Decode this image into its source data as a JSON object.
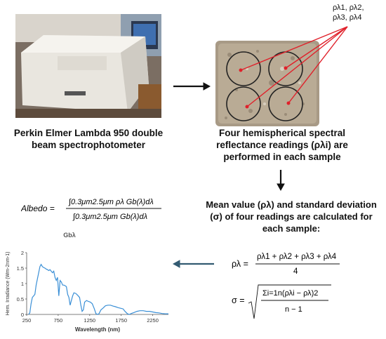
{
  "captions": {
    "spectrophotometer": "Perkin Elmer Lambda 950 double beam spectrophotometer",
    "readings": "Four hemispherical spectral reflectance readings (ρλi) are performed in each sample",
    "mean": "Mean value (ρλ) and standard deviation (σ) of four readings are calculated for each sample:"
  },
  "rho_labels": {
    "line1": "ρλ1, ρλ2,",
    "line2": "ρλ3, ρλ4"
  },
  "albedo_formula": {
    "lhs": "Albedo =",
    "numerator": "∫0.3μm2.5μm ρλ Gb(λ)dλ",
    "denominator": "∫0.3μm2.5μm Gb(λ)dλ"
  },
  "mean_formula": {
    "lhs": "ρλ =",
    "numerator": "ρλ1 + ρλ2 + ρλ3 + ρλ4",
    "denominator": "4"
  },
  "std_formula": {
    "lhs": "σ =",
    "numerator": "Σi=1n(ρλi − ρλ)2",
    "denominator": "n − 1"
  },
  "chart_data": {
    "type": "line",
    "title": "Gbλ",
    "xlabel": "Wavelength (nm)",
    "ylabel": "Hem. Irradiance (Wm-2nm-1)",
    "xlim": [
      250,
      2500
    ],
    "ylim": [
      0,
      2
    ],
    "x_ticks": [
      250,
      750,
      1250,
      1750,
      2250
    ],
    "y_ticks": [
      0,
      0.5,
      1,
      1.5,
      2
    ],
    "series": [
      {
        "color": "#3a8fd6",
        "x": [
          280,
          300,
          320,
          340,
          360,
          380,
          400,
          420,
          440,
          460,
          480,
          500,
          520,
          540,
          560,
          580,
          600,
          620,
          640,
          660,
          680,
          700,
          720,
          740,
          760,
          780,
          800,
          820,
          840,
          860,
          880,
          900,
          920,
          940,
          960,
          980,
          1000,
          1030,
          1060,
          1090,
          1110,
          1130,
          1150,
          1170,
          1200,
          1230,
          1260,
          1290,
          1320,
          1350,
          1380,
          1400,
          1430,
          1460,
          1500,
          1540,
          1580,
          1620,
          1660,
          1700,
          1740,
          1780,
          1810,
          1850,
          1880,
          1910,
          1950,
          2000,
          2050,
          2100,
          2150,
          2200,
          2250,
          2300,
          2350,
          2400,
          2450,
          2500
        ],
        "values": [
          0.0,
          0.05,
          0.35,
          0.55,
          0.6,
          0.65,
          0.95,
          1.15,
          1.35,
          1.55,
          1.62,
          1.55,
          1.52,
          1.5,
          1.47,
          1.45,
          1.42,
          1.45,
          1.4,
          1.35,
          1.4,
          1.2,
          1.1,
          1.2,
          0.6,
          1.1,
          1.05,
          0.95,
          0.95,
          0.93,
          0.9,
          0.65,
          0.55,
          0.3,
          0.45,
          0.6,
          0.7,
          0.68,
          0.62,
          0.55,
          0.3,
          0.1,
          0.15,
          0.4,
          0.45,
          0.42,
          0.4,
          0.35,
          0.2,
          0.02,
          0.0,
          0.03,
          0.15,
          0.2,
          0.28,
          0.3,
          0.3,
          0.27,
          0.25,
          0.22,
          0.2,
          0.18,
          0.1,
          0.02,
          0.0,
          0.03,
          0.06,
          0.1,
          0.12,
          0.12,
          0.1,
          0.1,
          0.08,
          0.06,
          0.05,
          0.03,
          0.02,
          0.02
        ]
      }
    ]
  }
}
